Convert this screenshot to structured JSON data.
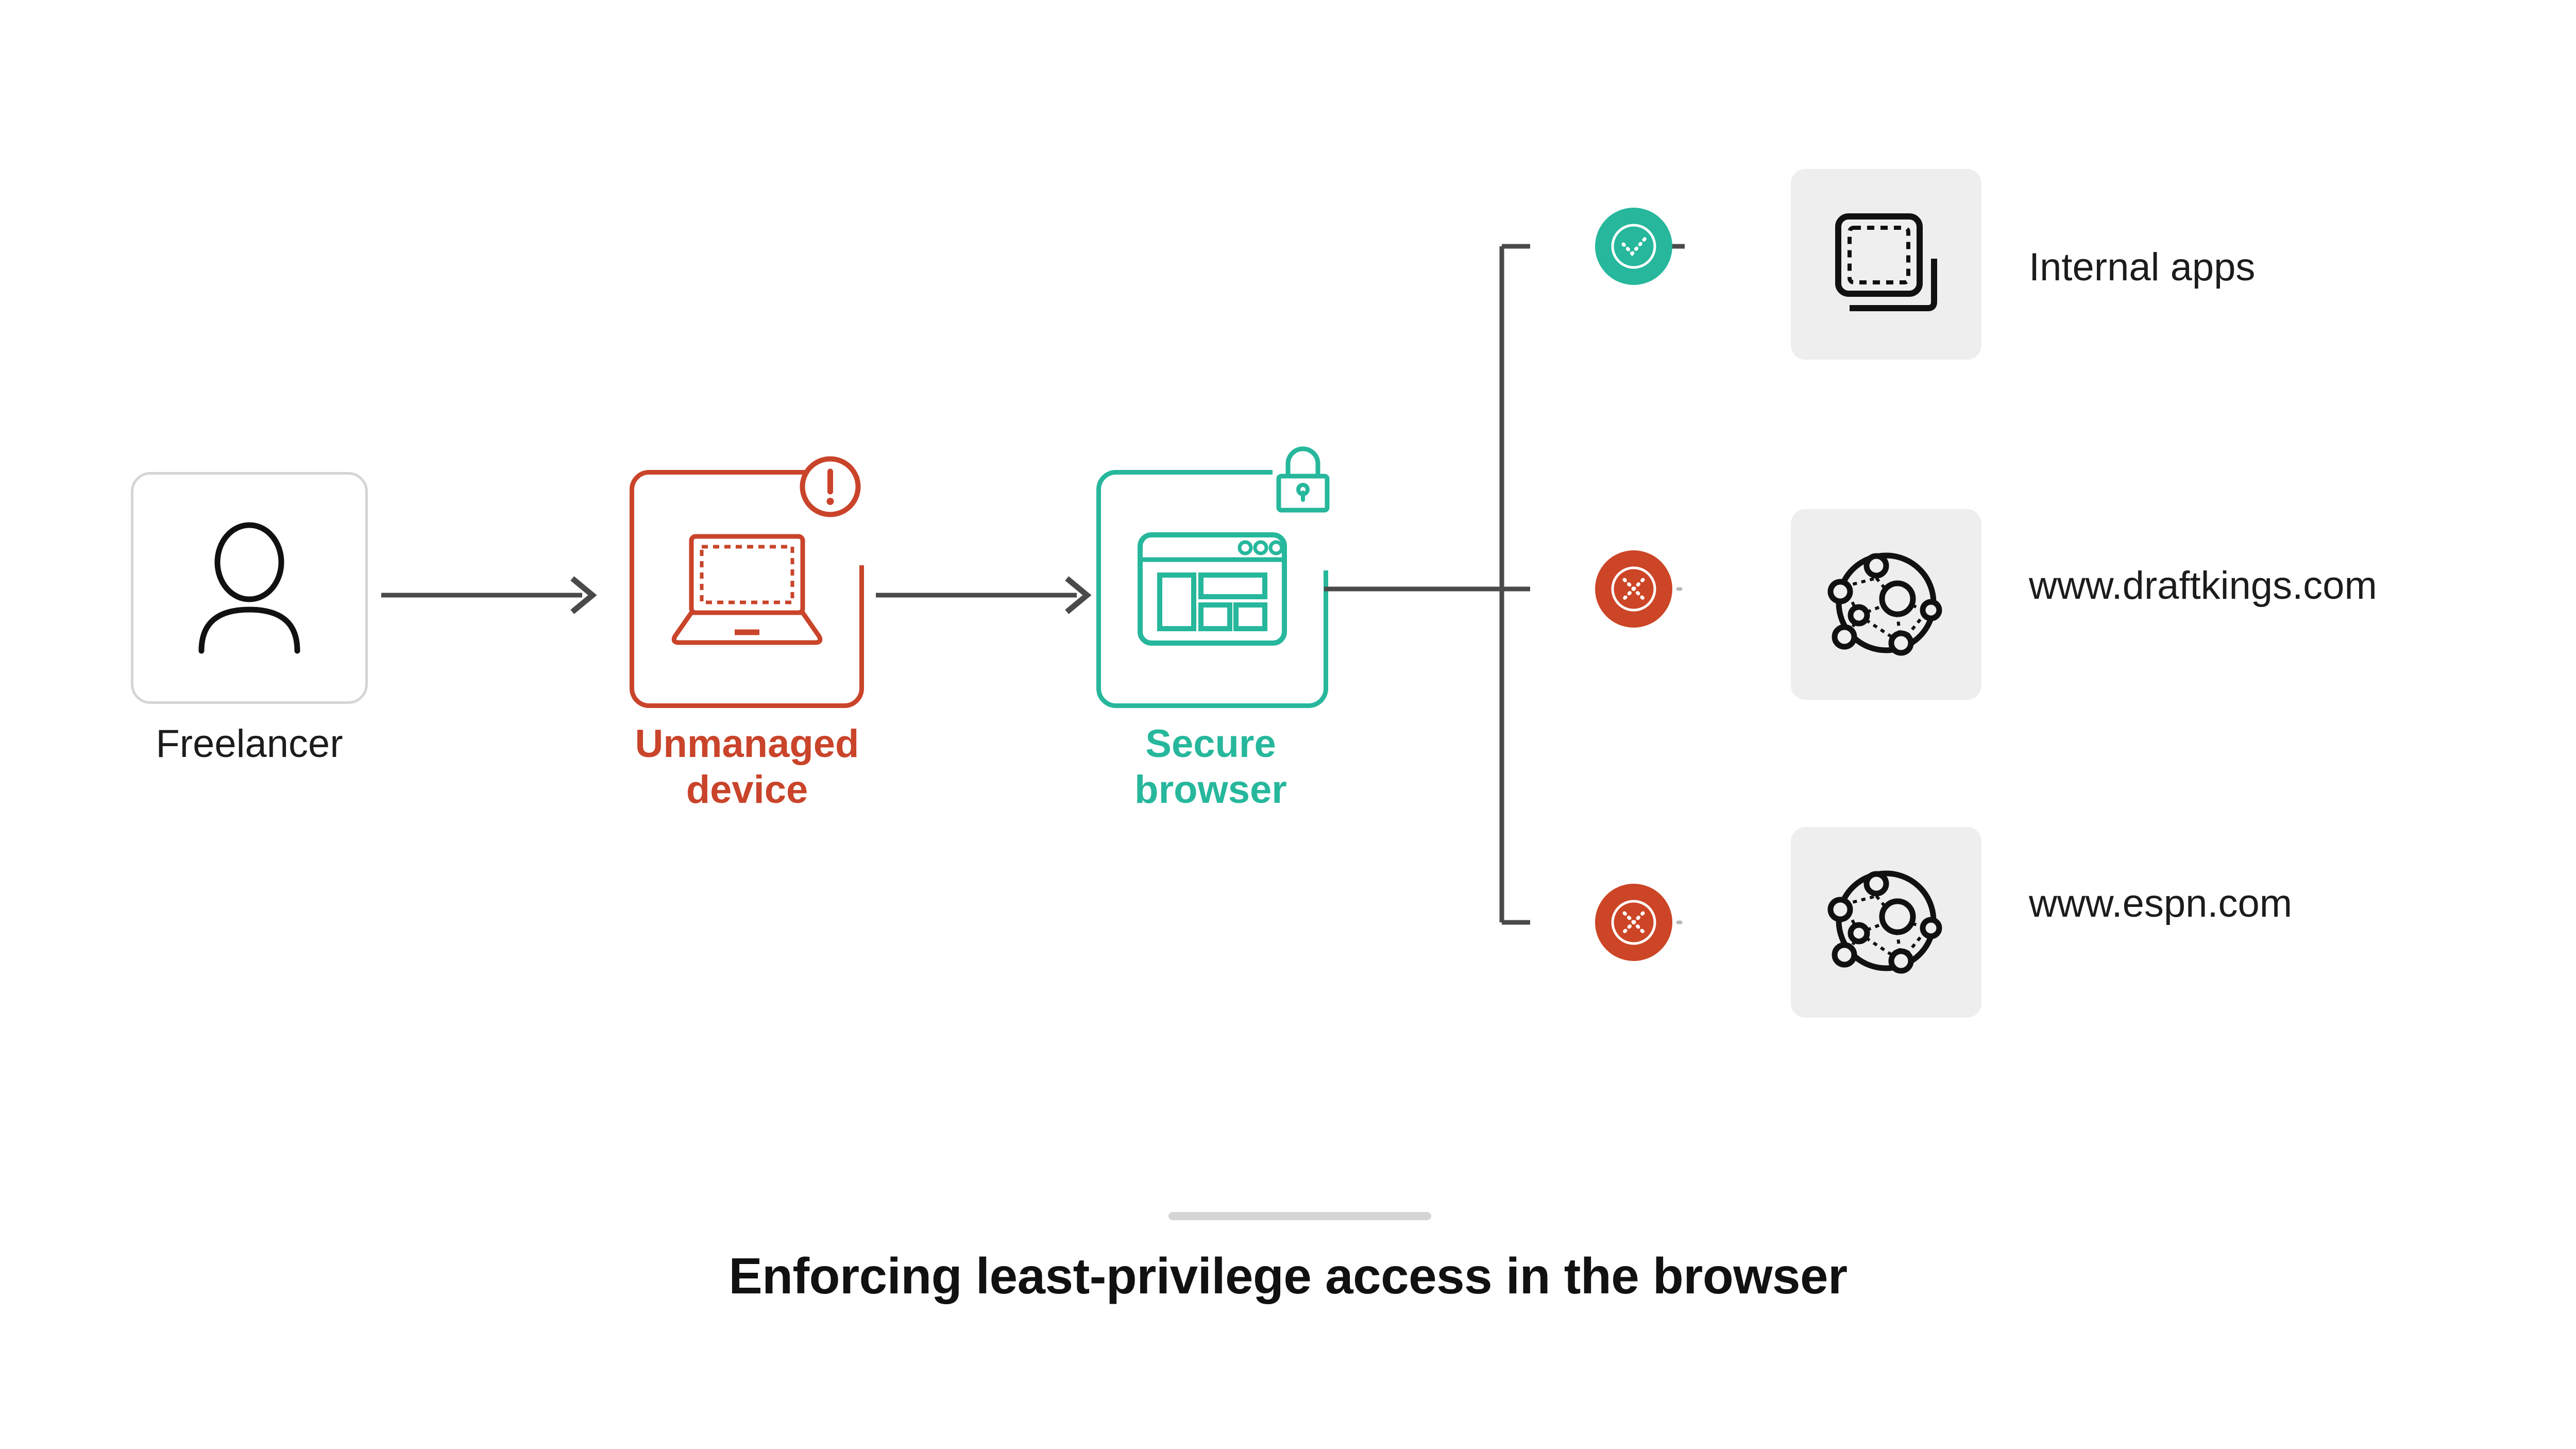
{
  "diagram": {
    "title": "Enforcing least-privilege access in the browser",
    "colors": {
      "allow": "#26b79c",
      "deny": "#cc4526",
      "unmanaged": "#c9442a",
      "secure": "#26b79c",
      "connector": "#4a4a4a",
      "card_bg": "#eeeeee",
      "box_border": "#d5d5d5",
      "text": "#1c1c1c"
    },
    "flow": [
      {
        "id": "freelancer",
        "label": "Freelancer",
        "icon": "person-icon",
        "badge": null,
        "state": "neutral"
      },
      {
        "id": "unmanaged-device",
        "label": "Unmanaged\ndevice",
        "icon": "laptop-icon",
        "badge": "exclamation-circle-icon",
        "state": "warning"
      },
      {
        "id": "secure-browser",
        "label": "Secure\nbrowser",
        "icon": "browser-window-icon",
        "badge": "padlock-icon",
        "state": "secure"
      }
    ],
    "connectors": [
      {
        "from": "freelancer",
        "to": "unmanaged-device",
        "style": "arrow"
      },
      {
        "from": "unmanaged-device",
        "to": "secure-browser",
        "style": "arrow"
      }
    ],
    "branches": [
      {
        "id": "internal-apps",
        "decision": "allow",
        "decision_icon": "check-circle-icon",
        "link_style": "solid",
        "icon": "stacked-apps-icon",
        "label": "Internal apps"
      },
      {
        "id": "draftkings",
        "decision": "deny",
        "decision_icon": "x-circle-icon",
        "link_style": "dotted",
        "icon": "network-globe-icon",
        "label": "www.draftkings.com"
      },
      {
        "id": "espn",
        "decision": "deny",
        "decision_icon": "x-circle-icon",
        "link_style": "dotted",
        "icon": "network-globe-icon",
        "label": "www.espn.com"
      }
    ]
  }
}
